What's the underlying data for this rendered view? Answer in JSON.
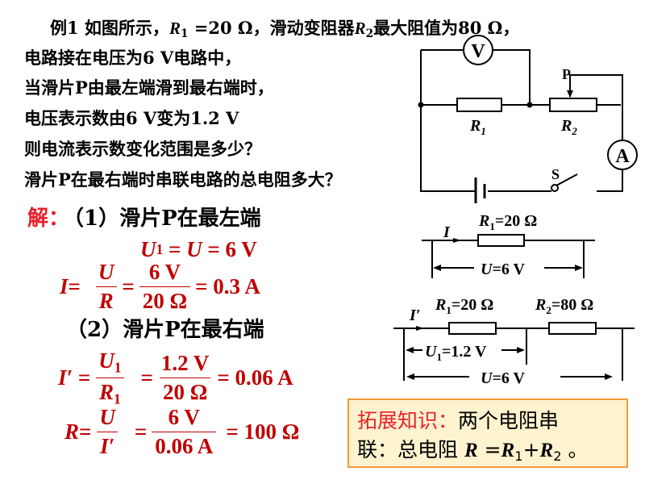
{
  "problem": {
    "l1_a": "例1  如图所示，",
    "l1_r1": "R",
    "l1_r1sub": "1",
    "l1_b": " =20 Ω，滑动变阻器",
    "l1_r2": "R",
    "l1_r2sub": "2",
    "l1_c": "最大阻值为80 Ω，",
    "l2": "电路接在电压为6 V电路中，",
    "l3": "当滑片P由最左端滑到最右端时，",
    "l4": "电压表示数由6 V变为1.2 V",
    "l5": "则电流表示数变化范围是多少？",
    "l6": "滑片P在最右端时串联电路的总电阻多大？"
  },
  "circuit": {
    "voltmeter": "V",
    "ammeter": "A",
    "slider": "P",
    "switch": "S",
    "r1": "R",
    "r1sub": "1",
    "r2": "R",
    "r2sub": "2"
  },
  "diagram1": {
    "current": "I",
    "r_label": "R",
    "r_sub": "1",
    "r_value": "=20 Ω",
    "u_label": "U",
    "u_value": "=6 V"
  },
  "diagram2": {
    "current": "I′",
    "r1_label": "R",
    "r1_sub": "1",
    "r1_value": "=20 Ω",
    "r2_label": "R",
    "r2_sub": "2",
    "r2_value": "=80 Ω",
    "u1_label": "U",
    "u1_sub": "1",
    "u1_value": "=1.2 V",
    "u_label": "U",
    "u_value": "=6 V"
  },
  "solution": {
    "heading": "解：",
    "part1": "（1）滑片P在最左端",
    "eq1": {
      "u1": "U",
      "u1sub": "1",
      "rest1": " = ",
      "u": "U",
      "rest2": " = 6 V"
    },
    "eq2": {
      "lhs": "I",
      "lhs_eq": "=",
      "num": "U",
      "den": "R",
      "eq": "=",
      "num2": "6 V",
      "den2": "20 Ω",
      "result": "= 0.3 A"
    },
    "part2": "（2）滑片P在最右端",
    "eq3": {
      "lhs": "I′",
      "lhs_eq": " =",
      "num": "U",
      "numsub": "1",
      "den": "R",
      "densub": "1",
      "eq": "=",
      "num2": "1.2 V",
      "den2": "20 Ω",
      "result": "= 0.06 A"
    },
    "eq4": {
      "lhs": "R",
      "lhs_eq": "=",
      "num": "U",
      "den": "I′",
      "eq": "=",
      "num2": "6 V",
      "den2": "0.06 A",
      "result": "= 100 Ω"
    }
  },
  "extension": {
    "label": "拓展知识：",
    "text1": "两个电阻串",
    "text2": "联：总电阻 ",
    "r": "R",
    "eq": " =",
    "r1": "R",
    "r1sub": "1",
    "plus": "+",
    "r2": "R",
    "r2sub": "2",
    "end": " 。"
  }
}
